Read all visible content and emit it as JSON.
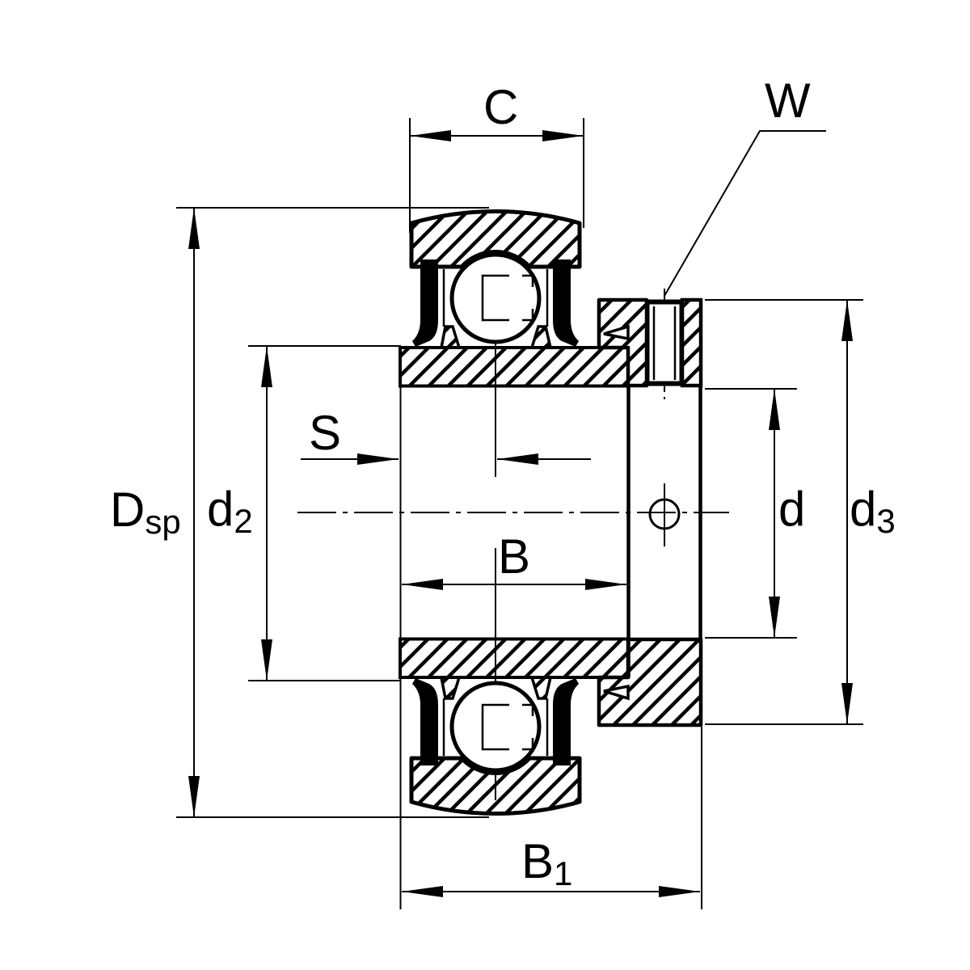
{
  "labels": {
    "c": {
      "main": "C"
    },
    "w": {
      "main": "W"
    },
    "s": {
      "main": "S"
    },
    "b": {
      "main": "B"
    },
    "b1": {
      "main": "B",
      "sub": "1"
    },
    "dsp": {
      "main": "D",
      "sub": "sp"
    },
    "d2": {
      "main": "d",
      "sub": "2"
    },
    "d": {
      "main": "d"
    },
    "d3": {
      "main": "d",
      "sub": "3"
    }
  },
  "colors": {
    "ink": "#000000",
    "paper": "#ffffff"
  }
}
